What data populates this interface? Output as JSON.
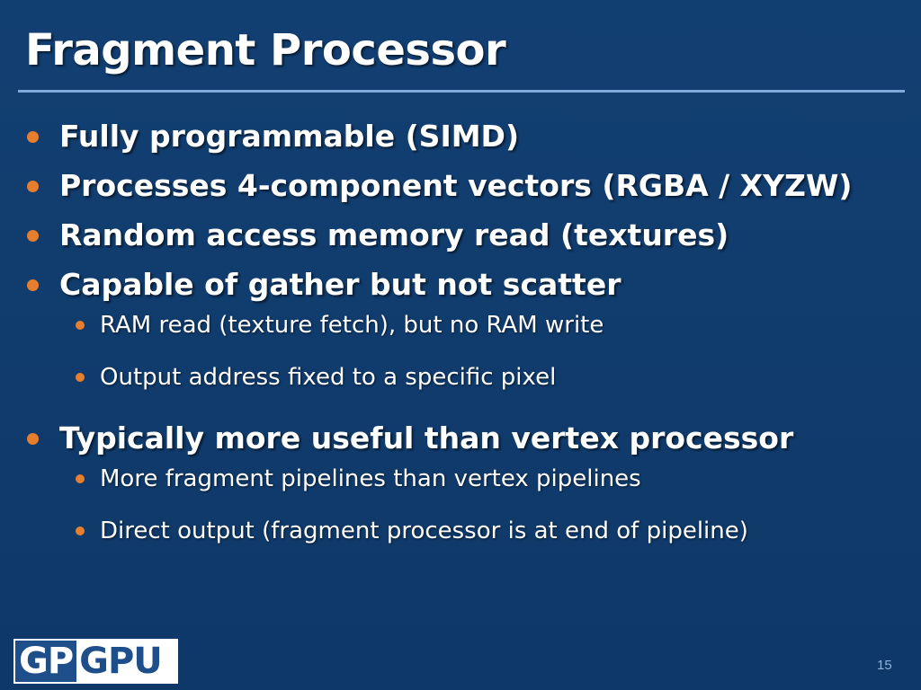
{
  "slide": {
    "title": "Fragment Processor",
    "bullets": [
      {
        "text": "Fully programmable (SIMD)",
        "sub": []
      },
      {
        "text": "Processes 4-component vectors (RGBA / XYZW)",
        "sub": []
      },
      {
        "text": "Random access memory read (textures)",
        "sub": []
      },
      {
        "text": "Capable of gather but not scatter",
        "sub": [
          "RAM read (texture fetch), but no RAM write",
          "Output address fixed to a specific pixel"
        ]
      },
      {
        "text": "Typically more useful than vertex processor",
        "sub": [
          "More fragment pipelines than vertex pipelines",
          "Direct output (fragment processor is at end of pipeline)"
        ]
      }
    ],
    "logo": {
      "part1": "GP",
      "part2": "GPU"
    },
    "page_number": "15"
  },
  "colors": {
    "background": "#0f3a6b",
    "rule": "#7fa9d8",
    "bullet": "#e67e2e",
    "logo_blue": "#1f4f8a"
  }
}
